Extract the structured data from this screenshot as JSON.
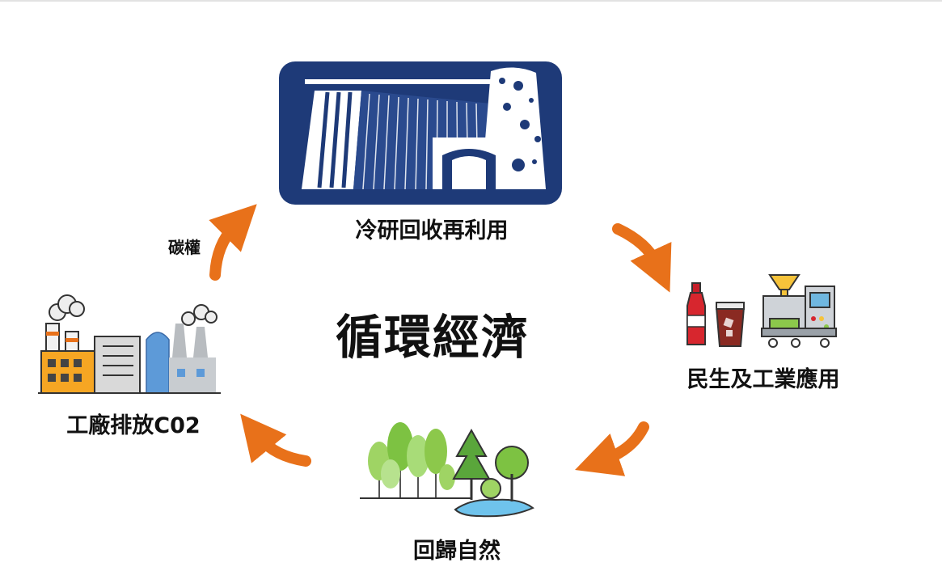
{
  "center_title": "循環經濟",
  "nodes": {
    "top": {
      "label": "冷研回收再利用",
      "icon": "recycling-plant-icon"
    },
    "right": {
      "label": "民生及工業應用",
      "icon": "beverage-production-icon"
    },
    "bottom": {
      "label": "回歸自然",
      "icon": "forest-icon"
    },
    "left": {
      "label": "工廠排放C02",
      "icon": "factory-emission-icon"
    }
  },
  "arrow_label": "碳權",
  "colors": {
    "arrow": "#e8711a",
    "plant_bg": "#1e3a78",
    "forest": "#7dc242"
  }
}
